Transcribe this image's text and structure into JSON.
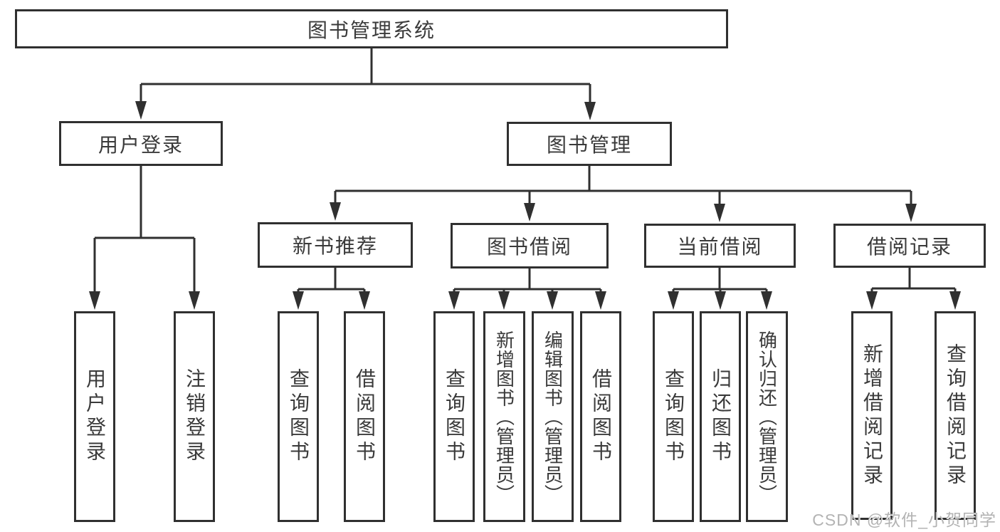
{
  "diagram_title": "图书管理系统",
  "tree": {
    "label": "图书管理系统",
    "children": [
      {
        "label": "用户登录",
        "children": [
          {
            "label": "用户登录"
          },
          {
            "label": "注销登录"
          }
        ]
      },
      {
        "label": "图书管理",
        "children": [
          {
            "label": "新书推荐",
            "children": [
              {
                "label": "查询图书"
              },
              {
                "label": "借阅图书"
              }
            ]
          },
          {
            "label": "图书借阅",
            "children": [
              {
                "label": "查询图书"
              },
              {
                "label": "新增图书（管理员）"
              },
              {
                "label": "编辑图书（管理员）"
              },
              {
                "label": "借阅图书"
              }
            ]
          },
          {
            "label": "当前借阅",
            "children": [
              {
                "label": "查询图书"
              },
              {
                "label": "归还图书"
              },
              {
                "label": "确认归还（管理员）"
              }
            ]
          },
          {
            "label": "借阅记录",
            "children": [
              {
                "label": "新增借阅记录"
              },
              {
                "label": "查询借阅记录"
              }
            ]
          }
        ]
      }
    ]
  },
  "watermark": "CSDN @软件_小贺同学",
  "colors": {
    "line": "#303030",
    "text": "#3a3a3a",
    "background": "#ffffff",
    "watermark": "#b3b3b3"
  }
}
